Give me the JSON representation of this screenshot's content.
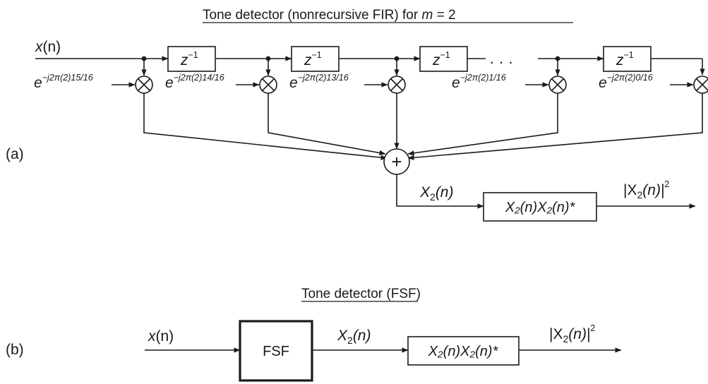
{
  "part_a": {
    "panel_label": "(a)",
    "title_main": "Tone detector (nonrecursive FIR) for ",
    "title_m": "m",
    "title_tail": " = 2",
    "input_x": "x",
    "input_n": "(n)",
    "delay_z": "z",
    "delay_exp": "−1",
    "ellipsis": "·  ·  ·",
    "coef_base": "e",
    "coefficients": [
      "−j2π(2)15/16",
      "−j2π(2)14/16",
      "−j2π(2)13/16",
      "−j2π(2)1/16",
      "−j2π(2)0/16"
    ],
    "sum_symbol": "+",
    "out_X": "X",
    "out_sub": "2",
    "out_n": "(n)",
    "mag_block": "X₂(n)X₂(n)*",
    "mag_out_open": "|X",
    "mag_out_sub": "2",
    "mag_out_n": "(n)|",
    "mag_out_exp": "2"
  },
  "part_b": {
    "panel_label": "(b)",
    "title": "Tone detector (FSF)",
    "input_x": "x",
    "input_n": "(n)",
    "fsf_block": "FSF",
    "out_X": "X",
    "out_sub": "2",
    "out_n": "(n)",
    "mag_block": "X₂(n)X₂(n)*",
    "mag_out_open": "|X",
    "mag_out_sub": "2",
    "mag_out_n": "(n)|",
    "mag_out_exp": "2"
  }
}
